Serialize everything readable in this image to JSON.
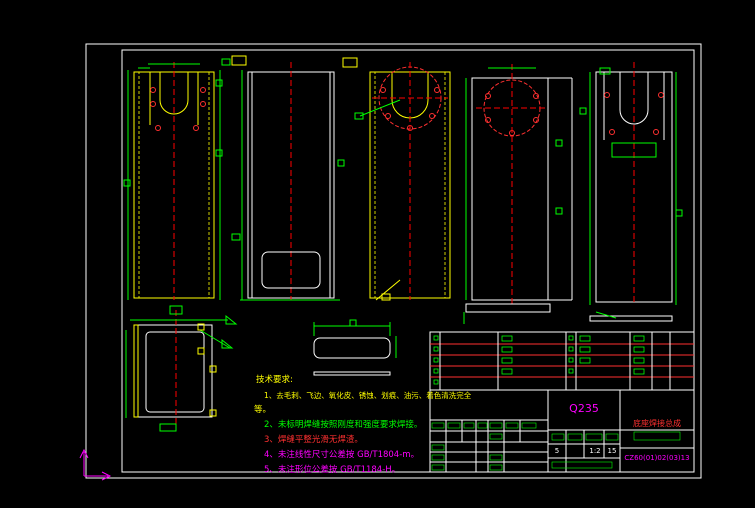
{
  "notes": {
    "heading": "技术要求:",
    "items": [
      {
        "text": "1、去毛刺、飞边、氧化皮、锈蚀、划痕、油污、着色清洗完全",
        "color": "#ffff00"
      },
      {
        "text": "等。",
        "color": "#ffff00"
      },
      {
        "text": "2、未标明焊缝按照刚度和强度要求焊接。",
        "color": "#00ff00"
      },
      {
        "text": "3、焊缝平整光滑无焊渣。",
        "color": "#ff3030"
      },
      {
        "text": "4、未注线性尺寸公差按 GB/T1804-m。",
        "color": "#ff00ff"
      },
      {
        "text": "5、未注形位公差按 GB/T1184-H。",
        "color": "#ff00ff"
      }
    ]
  },
  "title_block": {
    "material": "Q235",
    "part_name": "底座焊接总成",
    "drawing_number": "CZ60(01)02(03)13",
    "scale": "1:2",
    "quantity": "5",
    "weight": "15"
  },
  "colors": {
    "background": "#000000",
    "frame": "#ffffff",
    "outline": "#ffff00",
    "dimension": "#00ff00",
    "center_line": "#ff0000",
    "hole_circle": "#ff3030",
    "ucs": "#ff00ff"
  }
}
